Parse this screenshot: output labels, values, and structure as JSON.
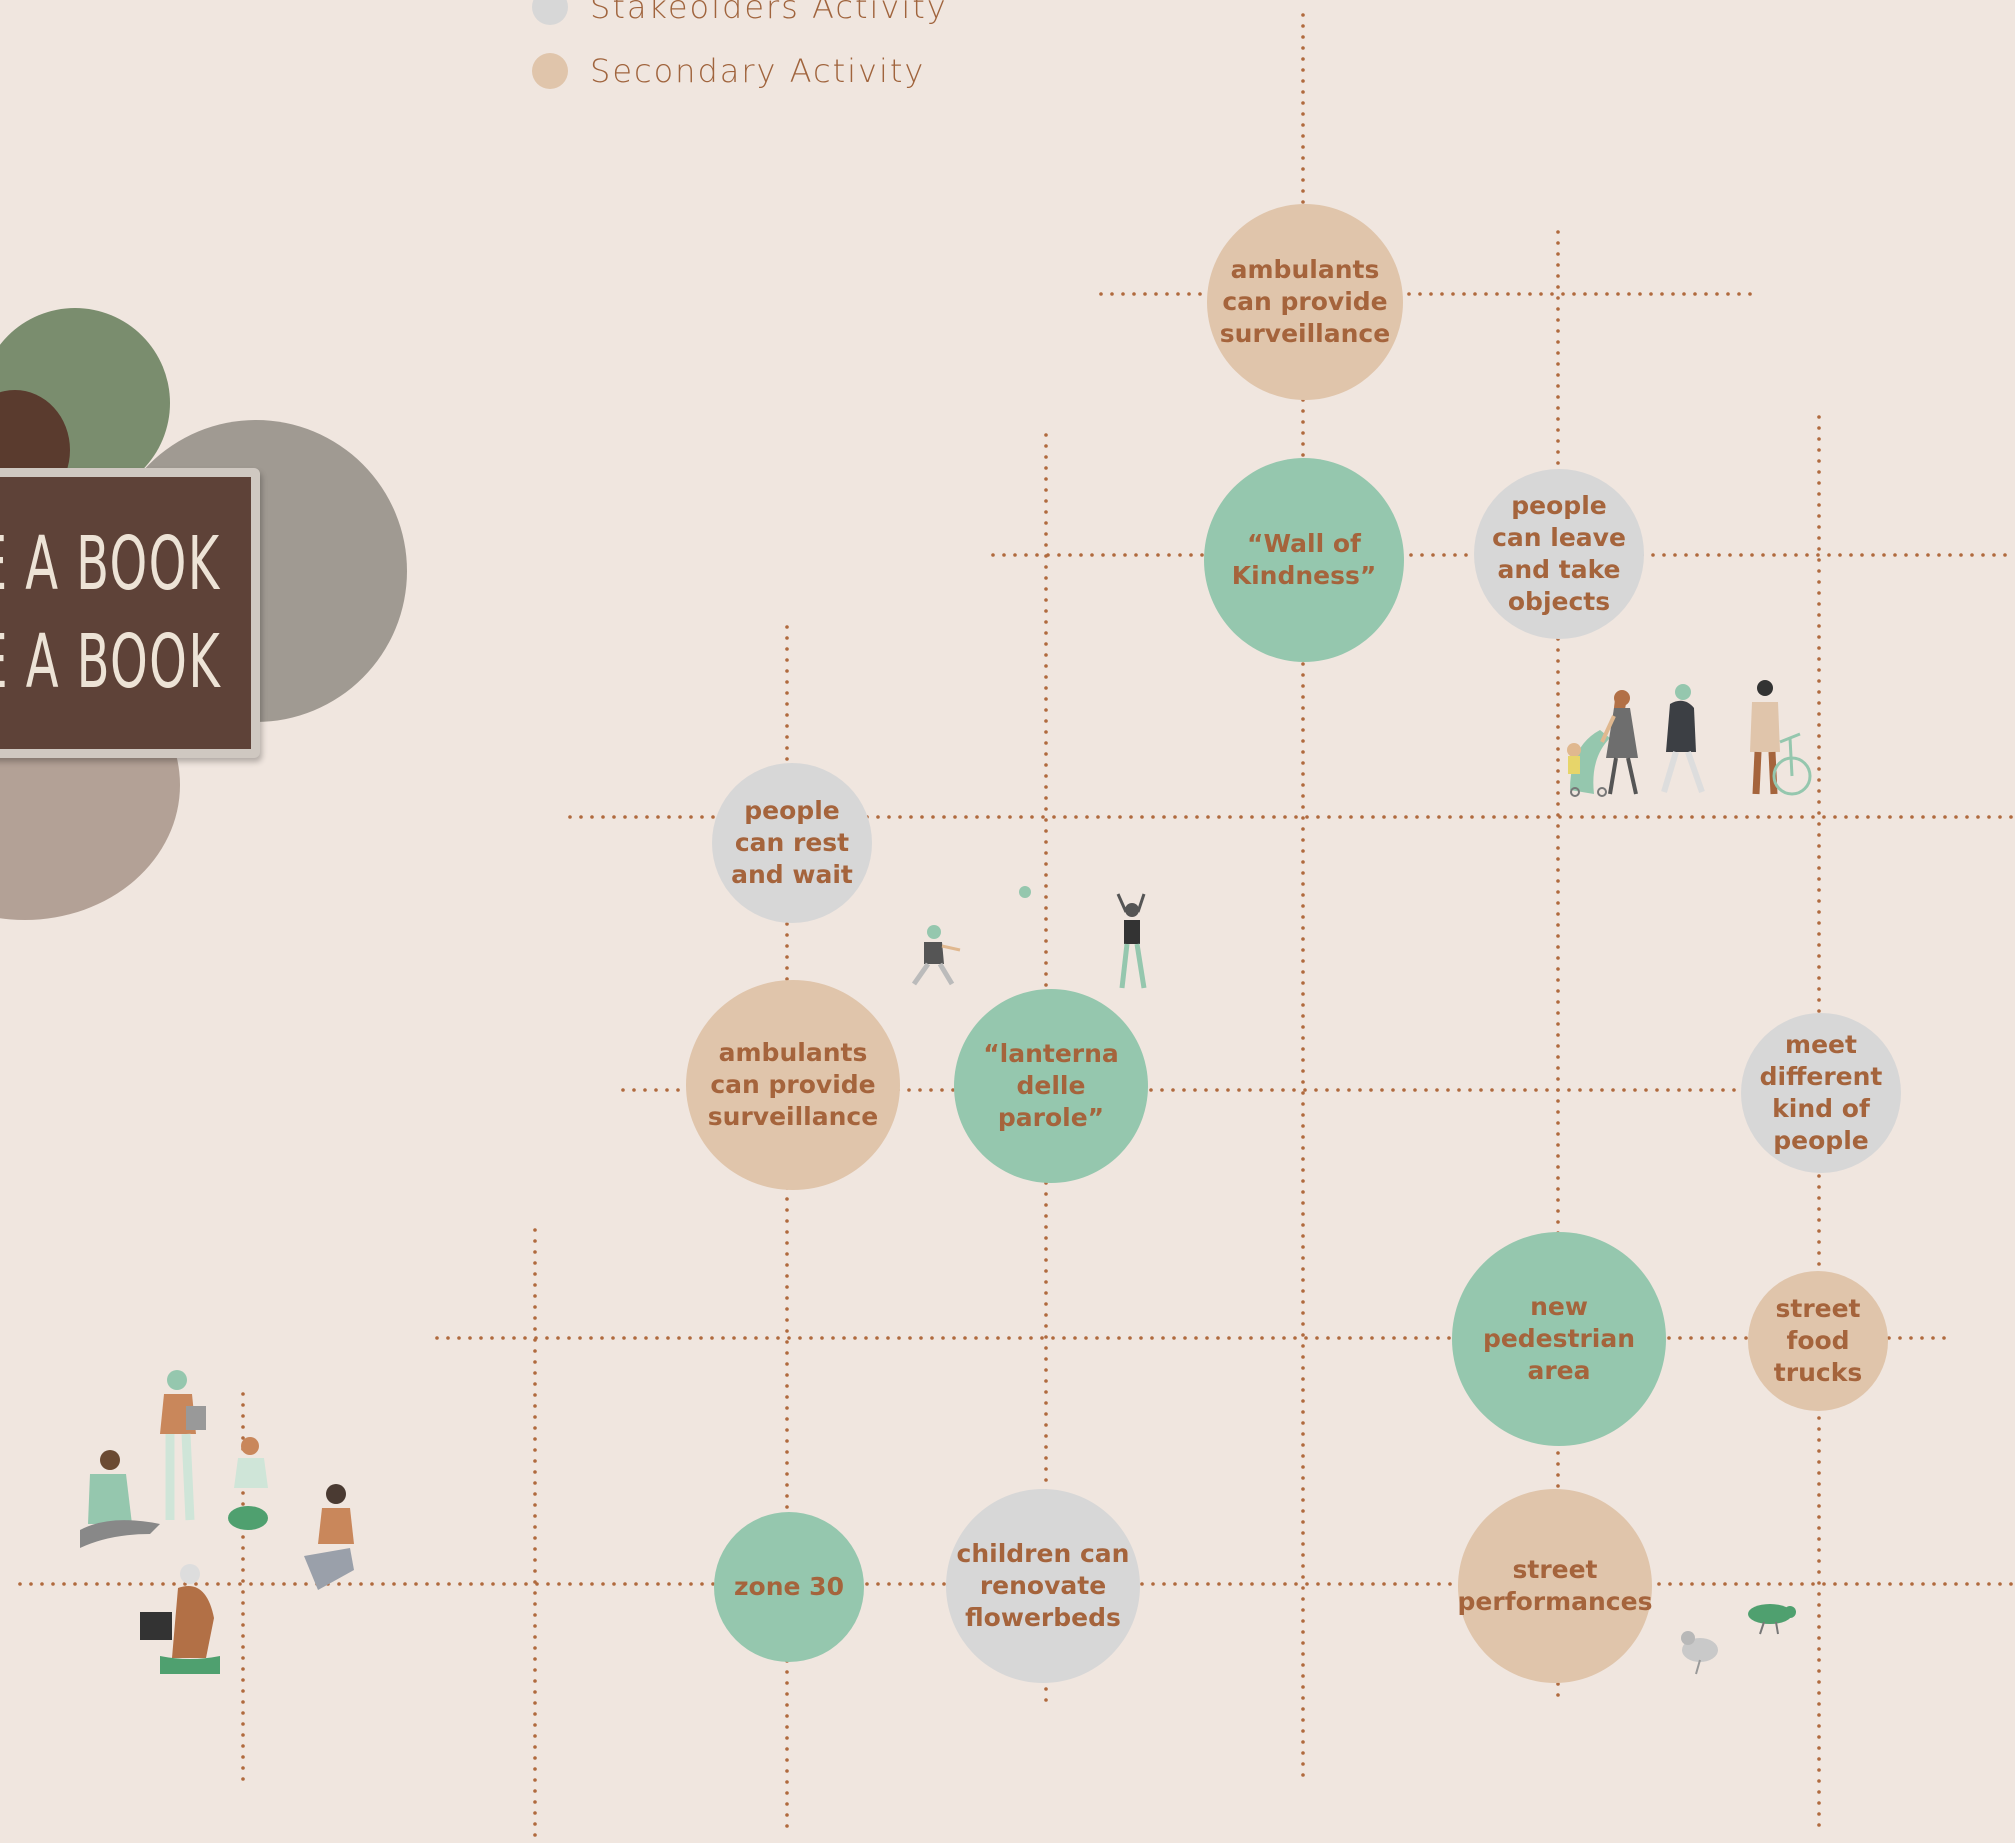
{
  "legend": {
    "stakeholders_label": "Stakeolders Activity",
    "secondary_label": "Secondary Activity"
  },
  "colors": {
    "background": "#f0e6df",
    "main": "#95c7ae",
    "stakeholders": "#d7d7d7",
    "secondary": "#e0c5ab",
    "text": "#a5643c",
    "grid": "#b06a3e"
  },
  "photo": {
    "sign_line_1": "E A BOOK",
    "sign_line_2": "VE A BOOK"
  },
  "nodes": [
    {
      "id": "ambulants-top",
      "type": "secondary",
      "label": "ambulants\ncan provide\nsurveillance"
    },
    {
      "id": "wall-of-kindness",
      "type": "main",
      "label": "“Wall of\nKindness”"
    },
    {
      "id": "leave-take-objects",
      "type": "stakeholders",
      "label": "people\ncan leave\nand take\nobjects"
    },
    {
      "id": "rest-and-wait",
      "type": "stakeholders",
      "label": "people\ncan rest\nand wait"
    },
    {
      "id": "ambulants-mid",
      "type": "secondary",
      "label": "ambulants\ncan provide\nsurveillance"
    },
    {
      "id": "lanterna-delle-parole",
      "type": "main",
      "label": "“lanterna\ndelle\nparole”"
    },
    {
      "id": "meet-people",
      "type": "stakeholders",
      "label": "meet\ndifferent\nkind of\npeople"
    },
    {
      "id": "pedestrian-area",
      "type": "main",
      "label": "new\npedestrian\narea"
    },
    {
      "id": "food-trucks",
      "type": "secondary",
      "label": "street\nfood\ntrucks"
    },
    {
      "id": "zone-30",
      "type": "main",
      "label": "zone 30"
    },
    {
      "id": "flowerbeds",
      "type": "stakeholders",
      "label": "children can\nrenovate\nflowerbeds"
    },
    {
      "id": "street-performances",
      "type": "secondary",
      "label": "street\nperformances"
    }
  ]
}
